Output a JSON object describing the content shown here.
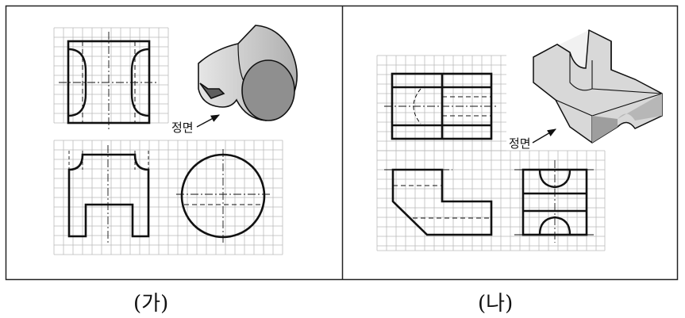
{
  "panels": [
    {
      "id": "ga",
      "caption": "(가)",
      "front_label": "정면"
    },
    {
      "id": "na",
      "caption": "(나)",
      "front_label": "정면"
    }
  ],
  "colors": {
    "line": "#111111",
    "grid": "#b8b8b8",
    "frame": "#222222"
  }
}
